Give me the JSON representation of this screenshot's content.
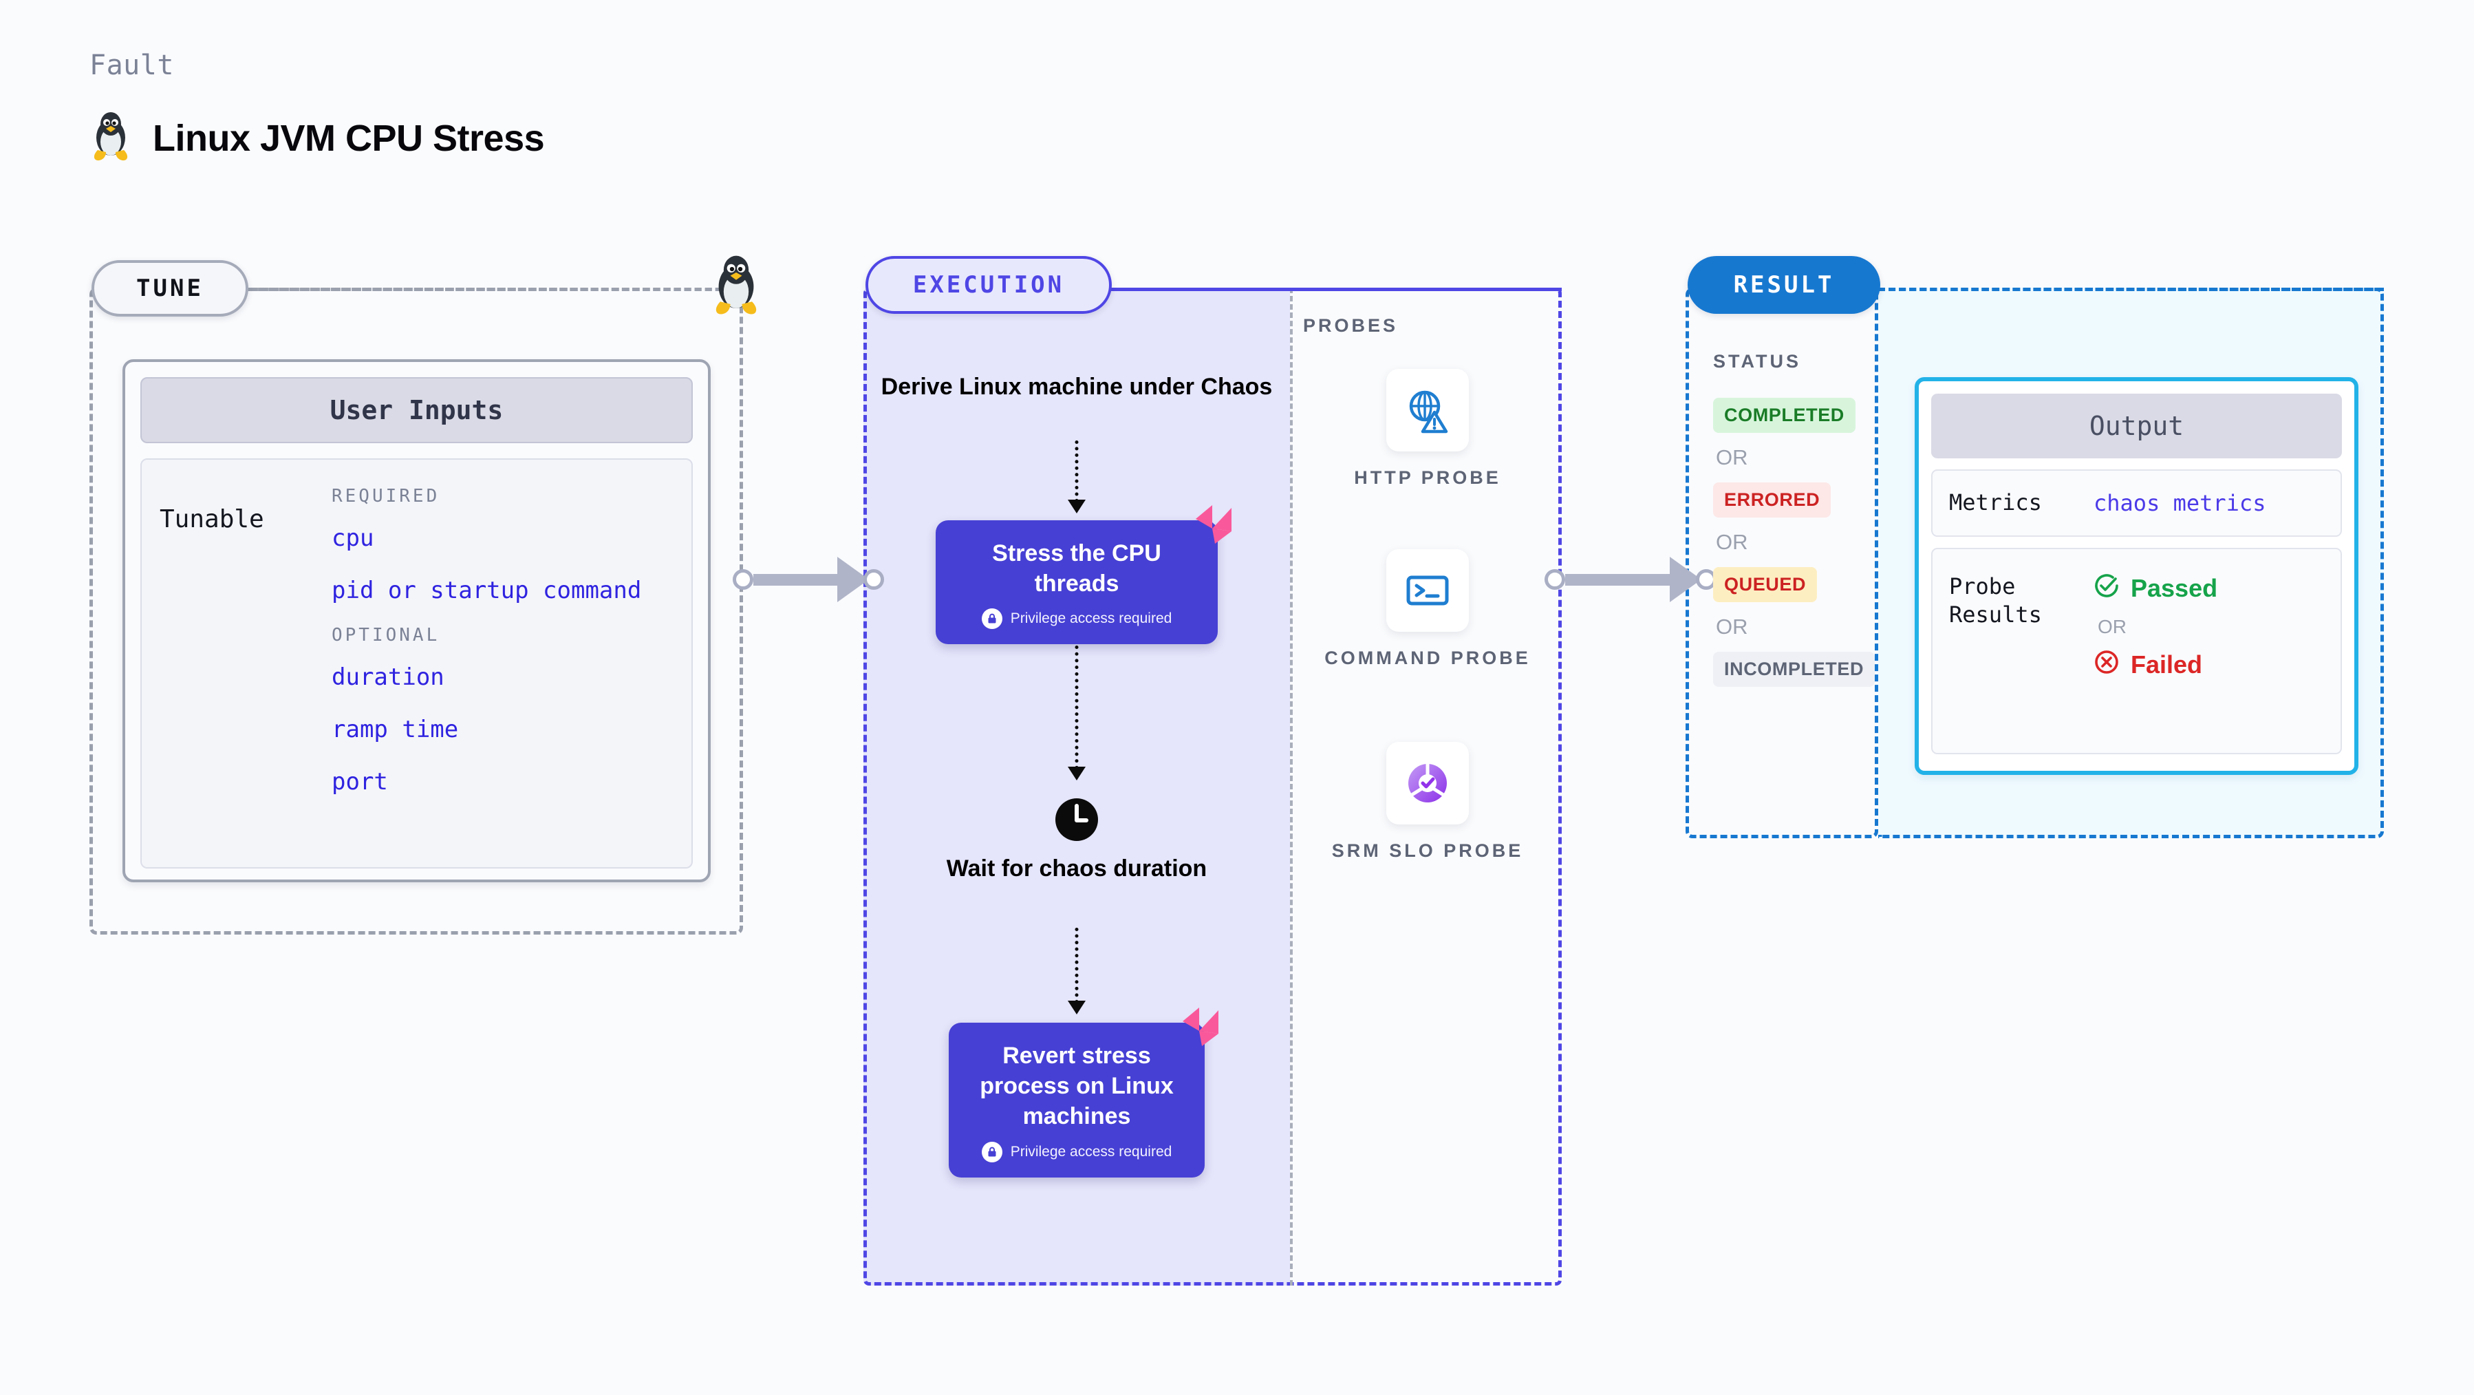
{
  "header": {
    "kicker": "Fault",
    "title": "Linux JVM CPU Stress",
    "icon": "linux-tux-icon"
  },
  "stages": {
    "tune_label": "TUNE",
    "execution_label": "EXECUTION",
    "result_label": "RESULT"
  },
  "tune": {
    "card_title": "User Inputs",
    "tunable_label": "Tunable",
    "groups": [
      {
        "label": "REQUIRED",
        "params": [
          "cpu",
          "pid or startup command"
        ]
      },
      {
        "label": "OPTIONAL",
        "params": [
          "duration",
          "ramp time",
          "port"
        ]
      }
    ]
  },
  "execution": {
    "steps": [
      {
        "type": "text",
        "label": "Derive Linux machine under Chaos"
      },
      {
        "type": "node",
        "label": "Stress the CPU threads",
        "note": "Privilege access required",
        "badge": "litmus-logo-icon",
        "lock": "lock-icon"
      },
      {
        "type": "wait",
        "label": "Wait for chaos duration",
        "icon": "clock-icon"
      },
      {
        "type": "node",
        "label": "Revert stress process on Linux machines",
        "note": "Privilege access required",
        "badge": "litmus-logo-icon",
        "lock": "lock-icon"
      }
    ]
  },
  "probes": {
    "title": "PROBES",
    "items": [
      {
        "label": "HTTP PROBE",
        "icon": "globe-warning-icon"
      },
      {
        "label": "COMMAND PROBE",
        "icon": "terminal-icon"
      },
      {
        "label": "SRM SLO PROBE",
        "icon": "slo-donut-check-icon"
      }
    ]
  },
  "result": {
    "status_title": "STATUS",
    "or_label": "OR",
    "statuses": [
      {
        "label": "COMPLETED",
        "tone": "completed"
      },
      {
        "label": "ERRORED",
        "tone": "errored"
      },
      {
        "label": "QUEUED",
        "tone": "queued"
      },
      {
        "label": "INCOMPLETED",
        "tone": "incompleted"
      }
    ]
  },
  "output": {
    "card_title": "Output",
    "metrics_key": "Metrics",
    "metrics_value": "chaos metrics",
    "probe_results_key": "Probe Results",
    "or_label": "OR",
    "passed_label": "Passed",
    "failed_label": "Failed"
  },
  "colors": {
    "page_bg": "#fafbfd",
    "tune_border": "#9aa0ad",
    "execution": "#4f46e5",
    "execution_fill": "#e5e5fb",
    "node_purple": "#4740d4",
    "result_blue": "#1778d0",
    "output_cyan": "#22b2e8",
    "param_blue": "#2f23e0",
    "passed_green": "#16a34a",
    "failed_red": "#dc2626",
    "litmus_pink": "#f9599a"
  }
}
